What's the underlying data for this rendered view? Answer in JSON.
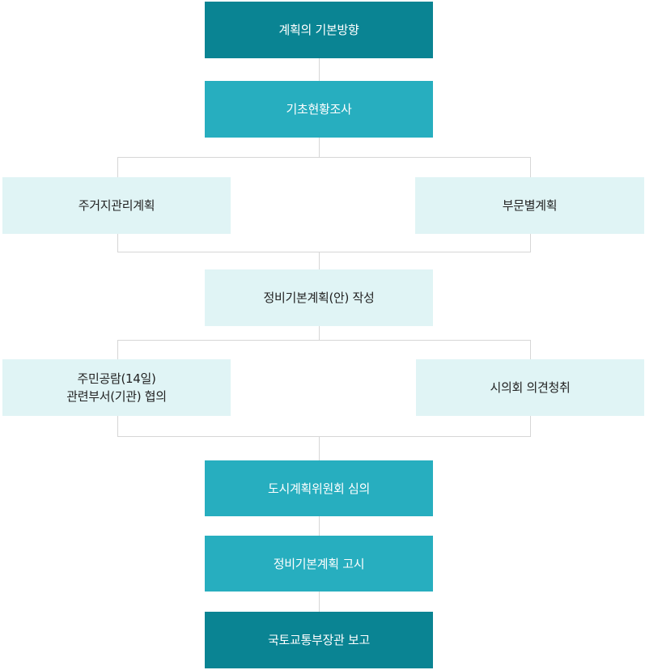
{
  "flowchart": {
    "step1": {
      "label": "계획의 기본방향"
    },
    "step2": {
      "label": "기초현황조사"
    },
    "step3a": {
      "label": "주거지관리계획"
    },
    "step3b": {
      "label": "부문별계획"
    },
    "step4": {
      "label": "정비기본계획(안) 작성"
    },
    "step5a": {
      "line1": "주민공람(14일)",
      "line2": "관련부서(기관) 협의"
    },
    "step5b": {
      "label": "시의회 의견청취"
    },
    "step6": {
      "label": "도시계획위원회 심의"
    },
    "step7": {
      "label": "정비기본계획 고시"
    },
    "step8": {
      "label": "국토교통부장관 보고"
    }
  },
  "colors": {
    "dark": "#0a8493",
    "mid": "#27aebf",
    "light": "#e0f4f5",
    "connector": "#d6d6d6"
  }
}
